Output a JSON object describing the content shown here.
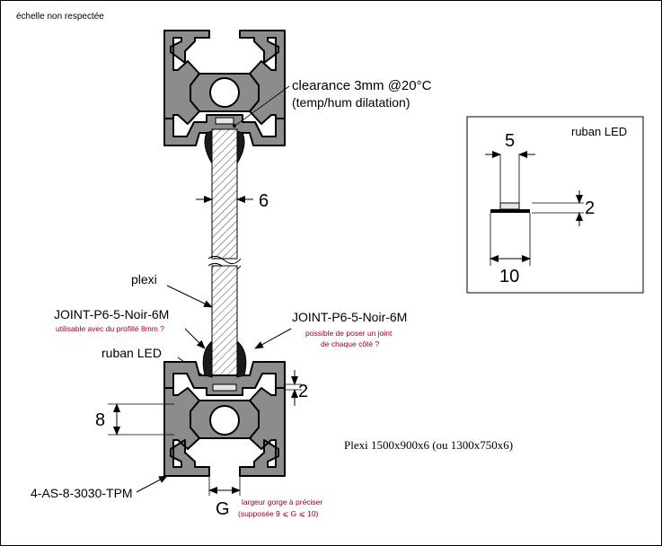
{
  "note_scale": "échelle non respectée",
  "top": {
    "clearance_line1": "clearance 3mm @20°C",
    "clearance_line2": "(temp/hum dilatation)",
    "thickness_dim": "6"
  },
  "middle": {
    "plexi_label": "plexi",
    "joint_left_label": "JOINT-P6-5-Noir-6M",
    "joint_left_note": "utilisable avec du profillé 8mm ?",
    "joint_right_label": "JOINT-P6-5-Noir-6M",
    "joint_right_note_line1": "possible de poser un joint",
    "joint_right_note_line2": "de chaque côté ?",
    "led_label": "ruban LED",
    "led_height_dim": "2",
    "slot_dim": "8"
  },
  "bottom": {
    "profile_label": "4-AS-8-3030-TPM",
    "gap_label": "G",
    "gap_note_line1": "largeur gorge à préciser",
    "gap_note_line2": "(supposée 9 ⩽ G ⩽ 10)",
    "plexi_size": "Plexi 1500x900x6 (ou 1300x750x6)"
  },
  "inset": {
    "title": "ruban LED",
    "width_top": "5",
    "height": "2",
    "width_bottom": "10"
  },
  "colors": {
    "profile_gray": "#8c8c8c",
    "annotation_red": "#a0001a"
  }
}
